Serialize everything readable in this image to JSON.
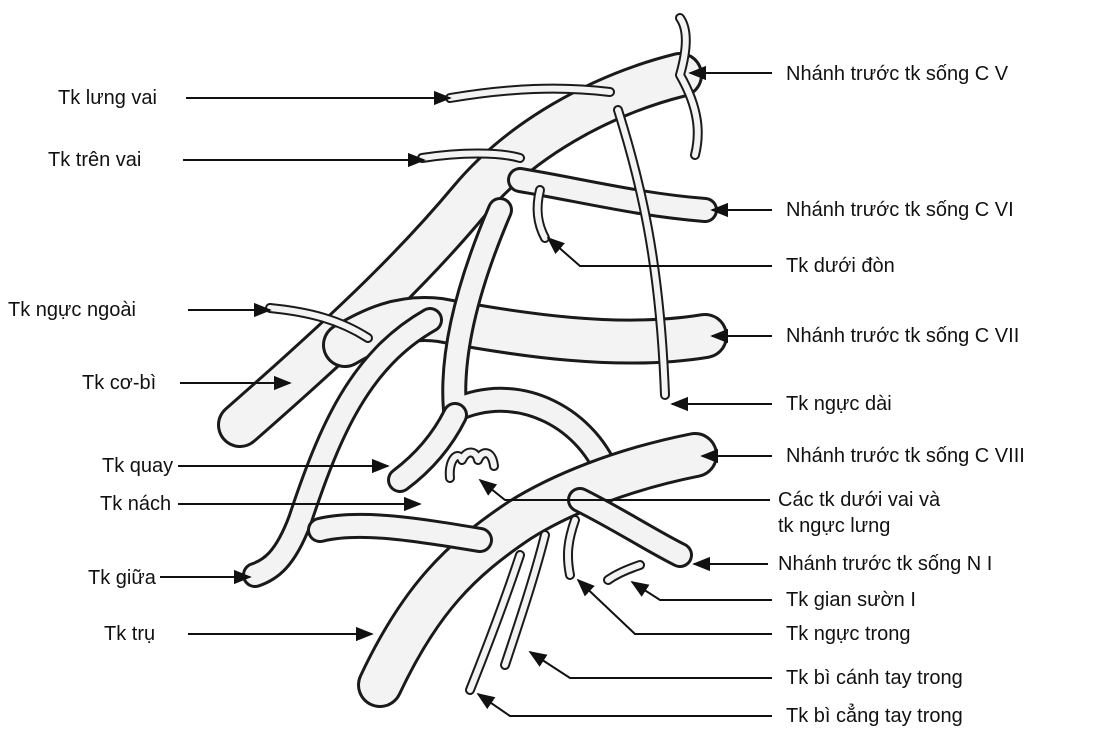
{
  "labels_left": {
    "tk_lung_vai": "Tk lưng vai",
    "tk_tren_vai": "Tk trên vai",
    "tk_nguc_ngoai": "Tk ngực ngoài",
    "tk_co_bi": "Tk cơ-bì",
    "tk_quay": "Tk quay",
    "tk_nach": "Tk nách",
    "tk_giua": "Tk giữa",
    "tk_tru": "Tk trụ"
  },
  "labels_right": {
    "nhanh_c5": "Nhánh trước tk sống C V",
    "nhanh_c6": "Nhánh trước tk sống C VI",
    "tk_duoi_don": "Tk dưới đòn",
    "nhanh_c7": "Nhánh trước tk sống C VII",
    "tk_nguc_dai": "Tk ngực dài",
    "nhanh_c8": "Nhánh trước tk sống C VIII",
    "cac_tk_duoi_vai_1": "Các tk dưới vai và",
    "cac_tk_duoi_vai_2": "tk ngực lưng",
    "nhanh_n1": "Nhánh trước tk sống N I",
    "tk_gian_suon": "Tk gian sườn I",
    "tk_nguc_trong": "Tk ngực trong",
    "tk_bi_canh_tay": "Tk bì cánh tay trong",
    "tk_bi_cang_tay": "Tk bì cẳng tay trong"
  }
}
